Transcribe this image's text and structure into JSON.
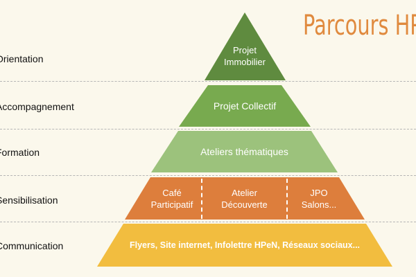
{
  "title": "Parcours HPe",
  "colors": {
    "level1": "#5f8b3f",
    "level2": "#78aa4f",
    "level3": "#9cc27c",
    "level4": "#dd7e3c",
    "level5": "#f2bd3f",
    "title": "#e08a3e"
  },
  "categories": [
    "Orientation",
    "Accompagnement",
    "Formation",
    "Sensibilisation",
    "Communication"
  ],
  "levels": {
    "l1": [
      "Projet",
      "Immobilier"
    ],
    "l2": "Projet Collectif",
    "l3": "Ateliers thématiques",
    "l4": [
      [
        "Café",
        "Participatif"
      ],
      [
        "Atelier",
        "Découverte"
      ],
      [
        "JPO",
        "Salons..."
      ]
    ],
    "l5": "Flyers, Site internet, Infolettre HPeN, Réseaux sociaux..."
  }
}
